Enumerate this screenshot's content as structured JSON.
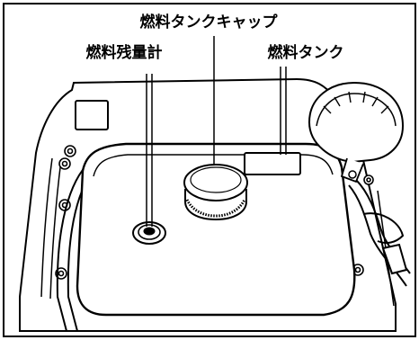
{
  "labels": {
    "fuel_tank_cap": "燃料タンクキャップ",
    "fuel_gauge": "燃料残量計",
    "fuel_tank": "燃料タンク"
  }
}
